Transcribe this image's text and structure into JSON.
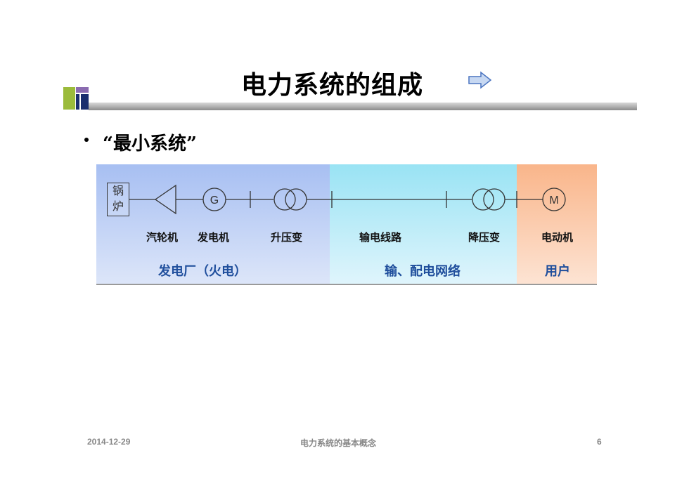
{
  "slide": {
    "title": "电力系统的组成",
    "bullet": "“最小系统”"
  },
  "diagram": {
    "boiler": [
      "锅",
      "炉"
    ],
    "generator_symbol": "G",
    "motor_symbol": "M",
    "labels": {
      "turbine": "汽轮机",
      "generator": "发电机",
      "step_up": "升压变",
      "line": "输电线路",
      "step_down": "降压变",
      "motor": "电动机"
    },
    "zones": {
      "plant": "发电厂（火电）",
      "grid": "输、配电网络",
      "user": "用户"
    },
    "colors": {
      "plant": "#a7bff2",
      "grid": "#99e3f4",
      "user": "#f9b58a",
      "zone_text": "#1f4e9c"
    }
  },
  "footer": {
    "date": "2014-12-29",
    "course": "电力系统的基本概念",
    "page": "6"
  }
}
